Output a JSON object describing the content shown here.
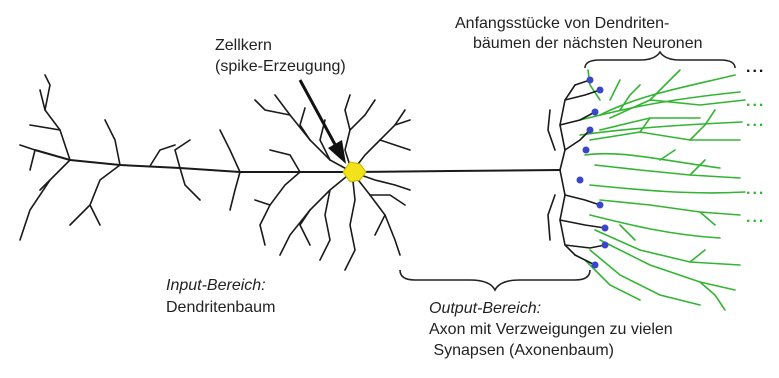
{
  "labels": {
    "nucleus": {
      "line1": "Zellkern",
      "line2": "(spike-Erzeugung)"
    },
    "next_dendrites": {
      "line1": "Anfangsstücke von Dendriten-",
      "line2": "bäumen der nächsten Neuronen"
    },
    "input": {
      "title": "Input-Bereich:",
      "body": "Dendritenbaum"
    },
    "output": {
      "title": "Output-Bereich:",
      "line1": "Axon mit Verzweigungen zu vielen",
      "line2": " Synapsen (Axonenbaum)"
    },
    "continuation_dots": [
      "...",
      "...",
      "...",
      "...",
      "..."
    ]
  },
  "colors": {
    "neuron": "#1a1a1a",
    "soma": "#f2e21a",
    "next_neurons": "#33b533",
    "synapse": "#3a46c8",
    "arrow": "#111111"
  }
}
